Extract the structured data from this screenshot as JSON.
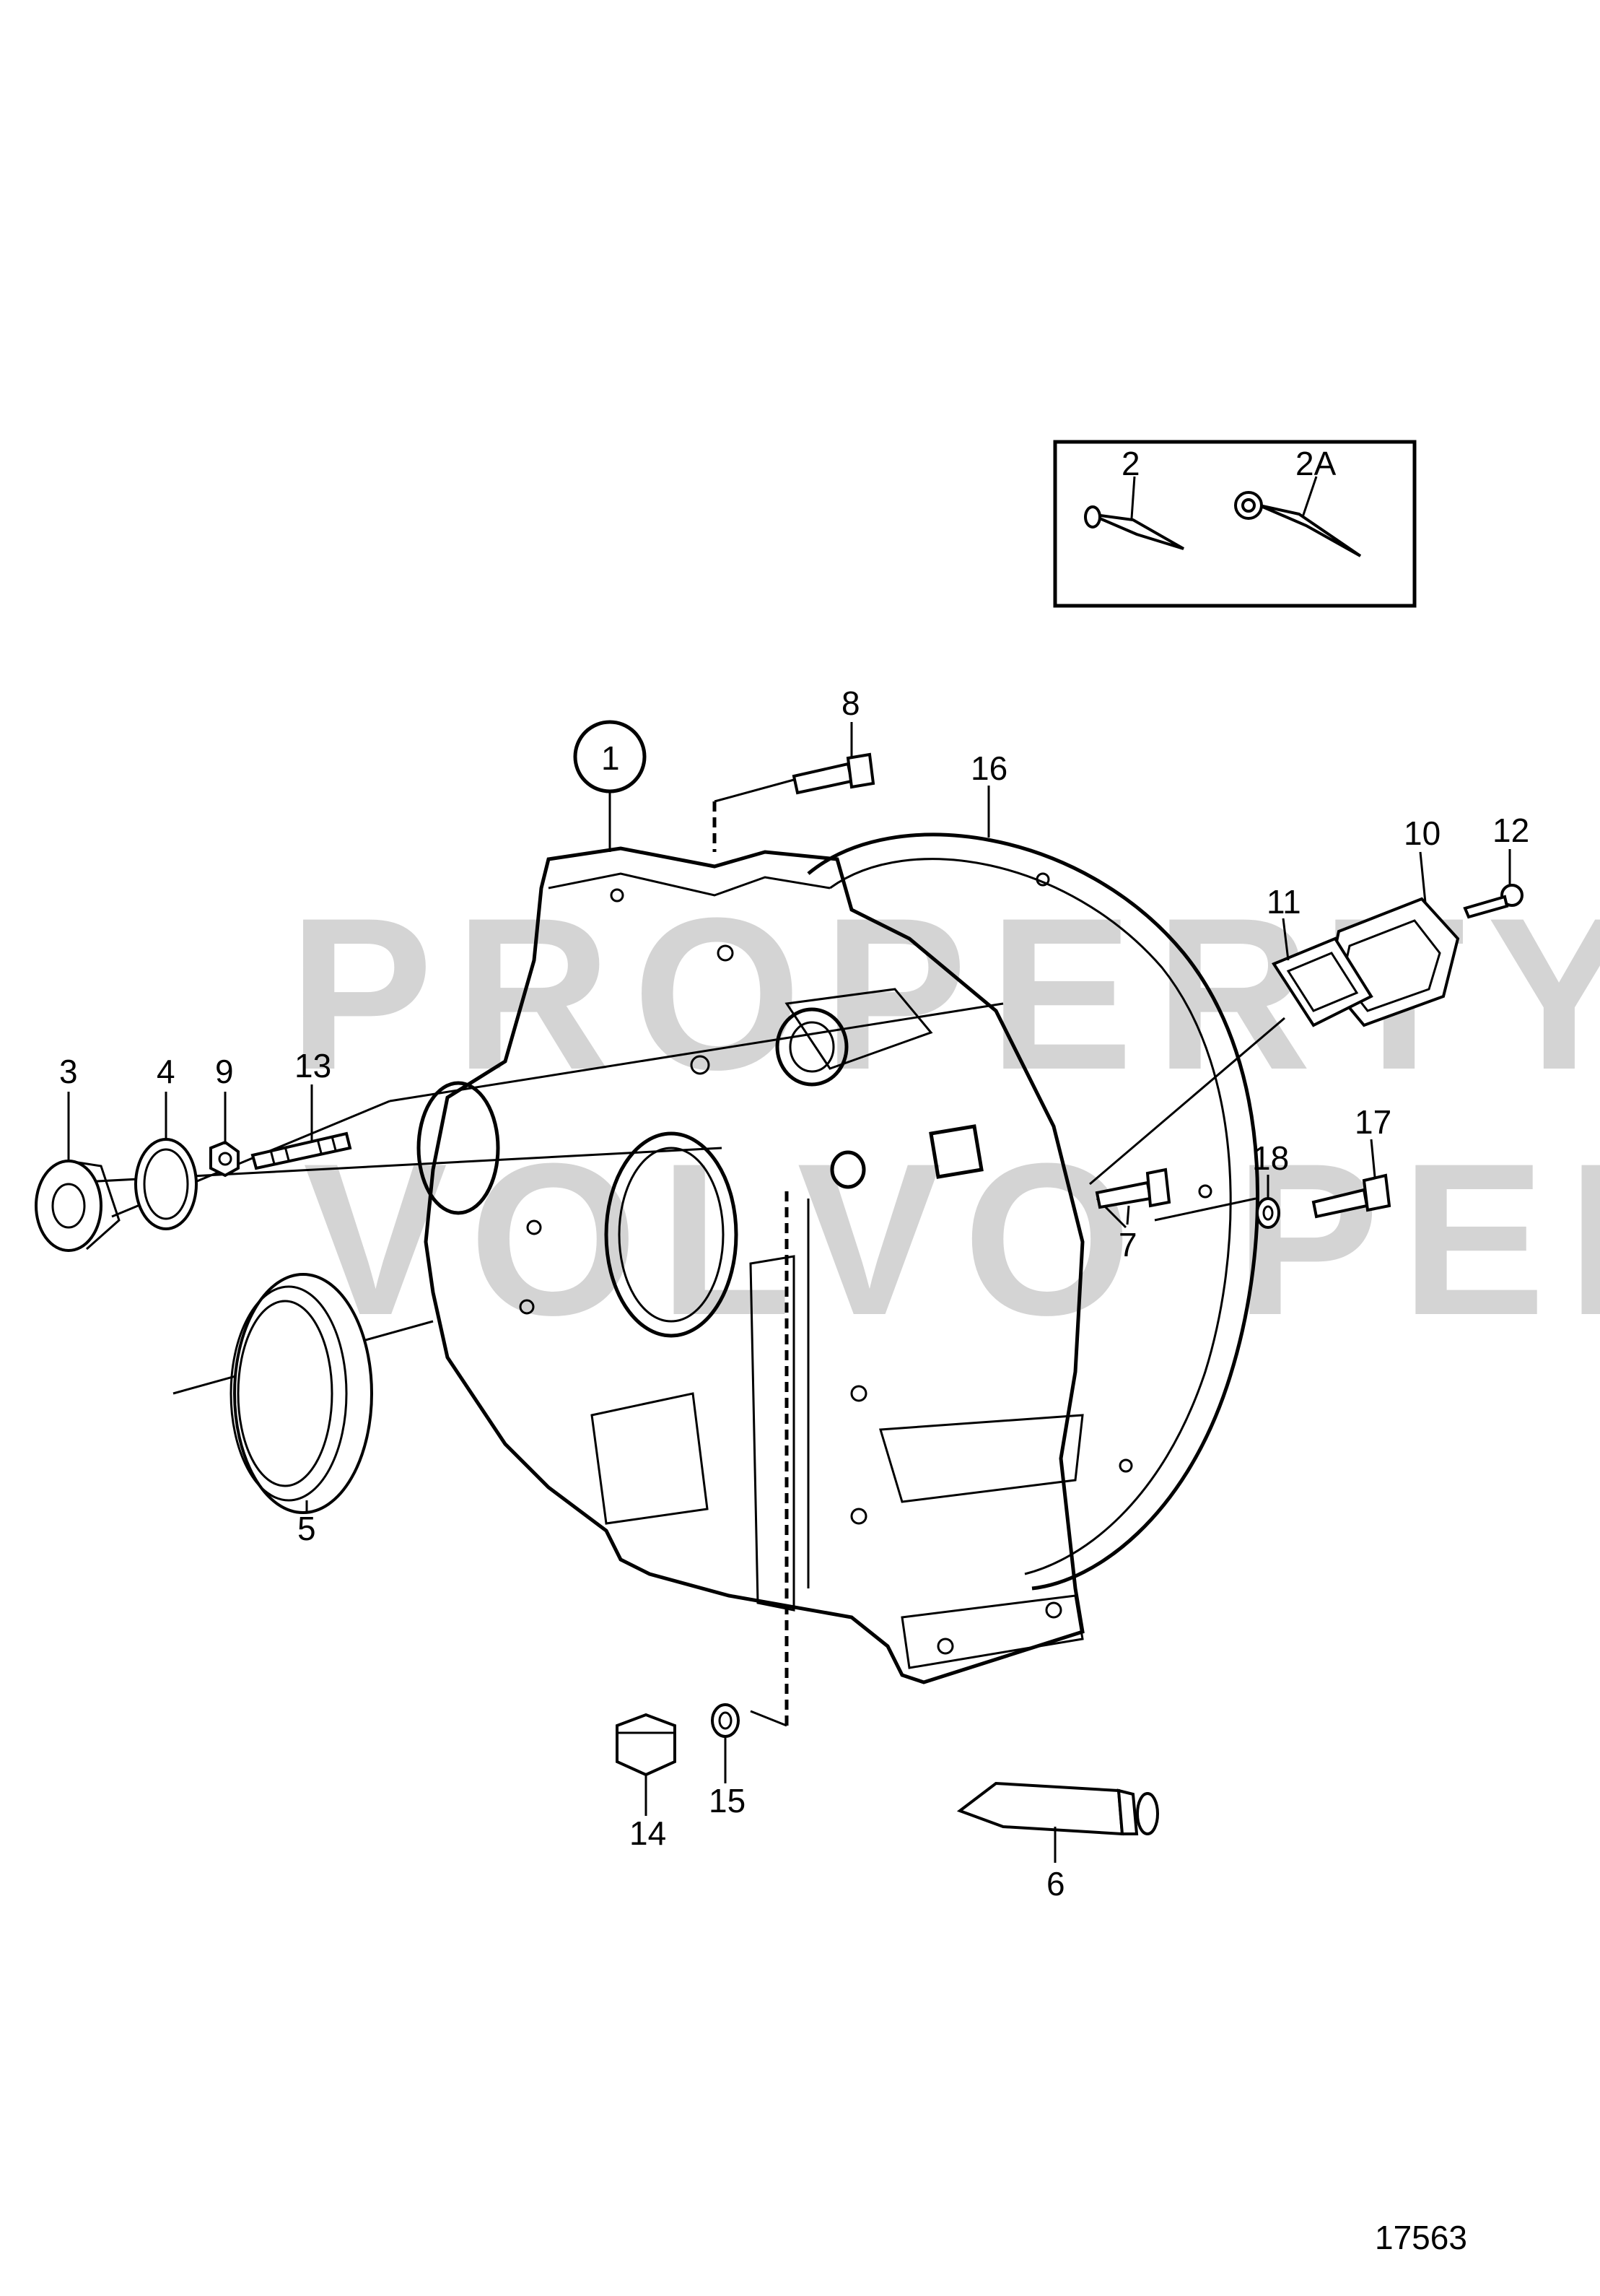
{
  "diagram": {
    "drawing_number": "17563",
    "watermark_line1": "PROPERTY OF",
    "watermark_line2": "VOLVO PENTA",
    "inset_labels": [
      "2",
      "2A"
    ],
    "labels": {
      "p1": "1",
      "p3": "3",
      "p4": "4",
      "p5": "5",
      "p6": "6",
      "p7": "7",
      "p8": "8",
      "p9": "9",
      "p10": "10",
      "p11": "11",
      "p12": "12",
      "p13": "13",
      "p14": "14",
      "p15": "15",
      "p16": "16",
      "p17": "17",
      "p18": "18"
    }
  }
}
